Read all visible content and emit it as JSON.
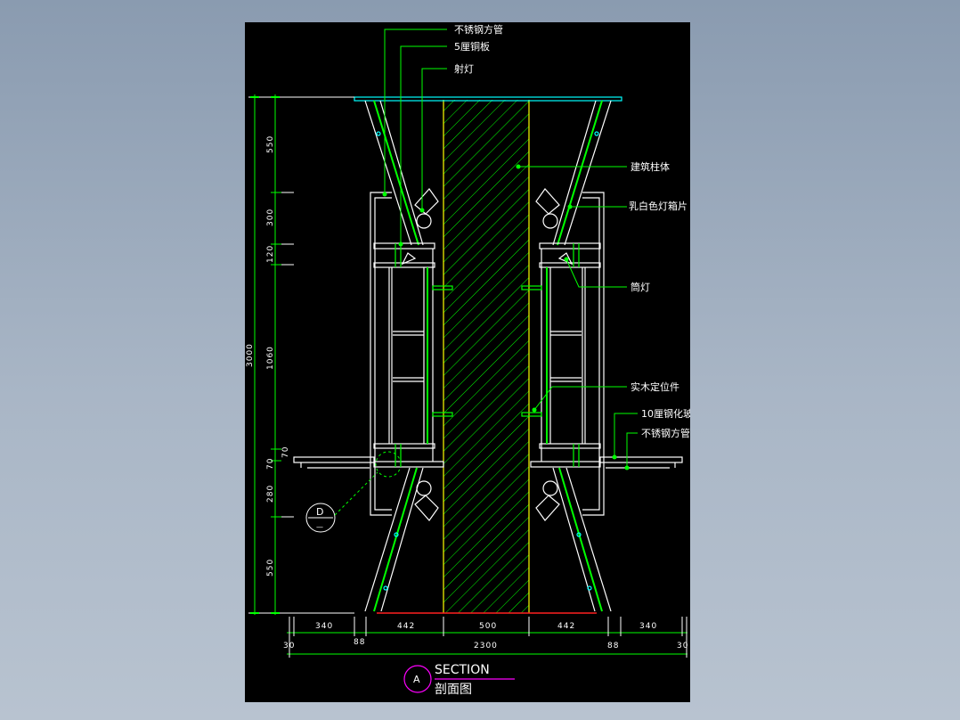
{
  "labels": {
    "stainless_tube_top": "不锈钢方管",
    "copper_plate": "5厘铜板",
    "spotlight": "射灯",
    "building_column": "建筑柱体",
    "milky_lightbox": "乳白色灯箱片",
    "downlight": "筒灯",
    "wood_locator": "实木定位件",
    "tempered_glass": "10厘钢化玻璃",
    "stainless_tube_bottom": "不锈钢方管"
  },
  "dimensions": {
    "vertical": [
      "550",
      "300",
      "120",
      "1060",
      "70",
      "70",
      "280",
      "550"
    ],
    "vertical_total": "3000",
    "horizontal": [
      "340",
      "442",
      "500",
      "442",
      "340"
    ],
    "horizontal_small": [
      "30",
      "88",
      "88",
      "30"
    ],
    "horizontal_total": "2300"
  },
  "title": {
    "letter": "A",
    "section": "SECTION",
    "subtitle": "剖面图"
  },
  "detail_callout": {
    "letter": "D",
    "sub": "—"
  },
  "colors": {
    "background": "#000000",
    "line_white": "#ffffff",
    "line_green": "#00ff00",
    "line_yellow": "#ffff00",
    "line_cyan": "#00ffff",
    "line_magenta": "#ff00ff",
    "line_red": "#ff0000"
  }
}
